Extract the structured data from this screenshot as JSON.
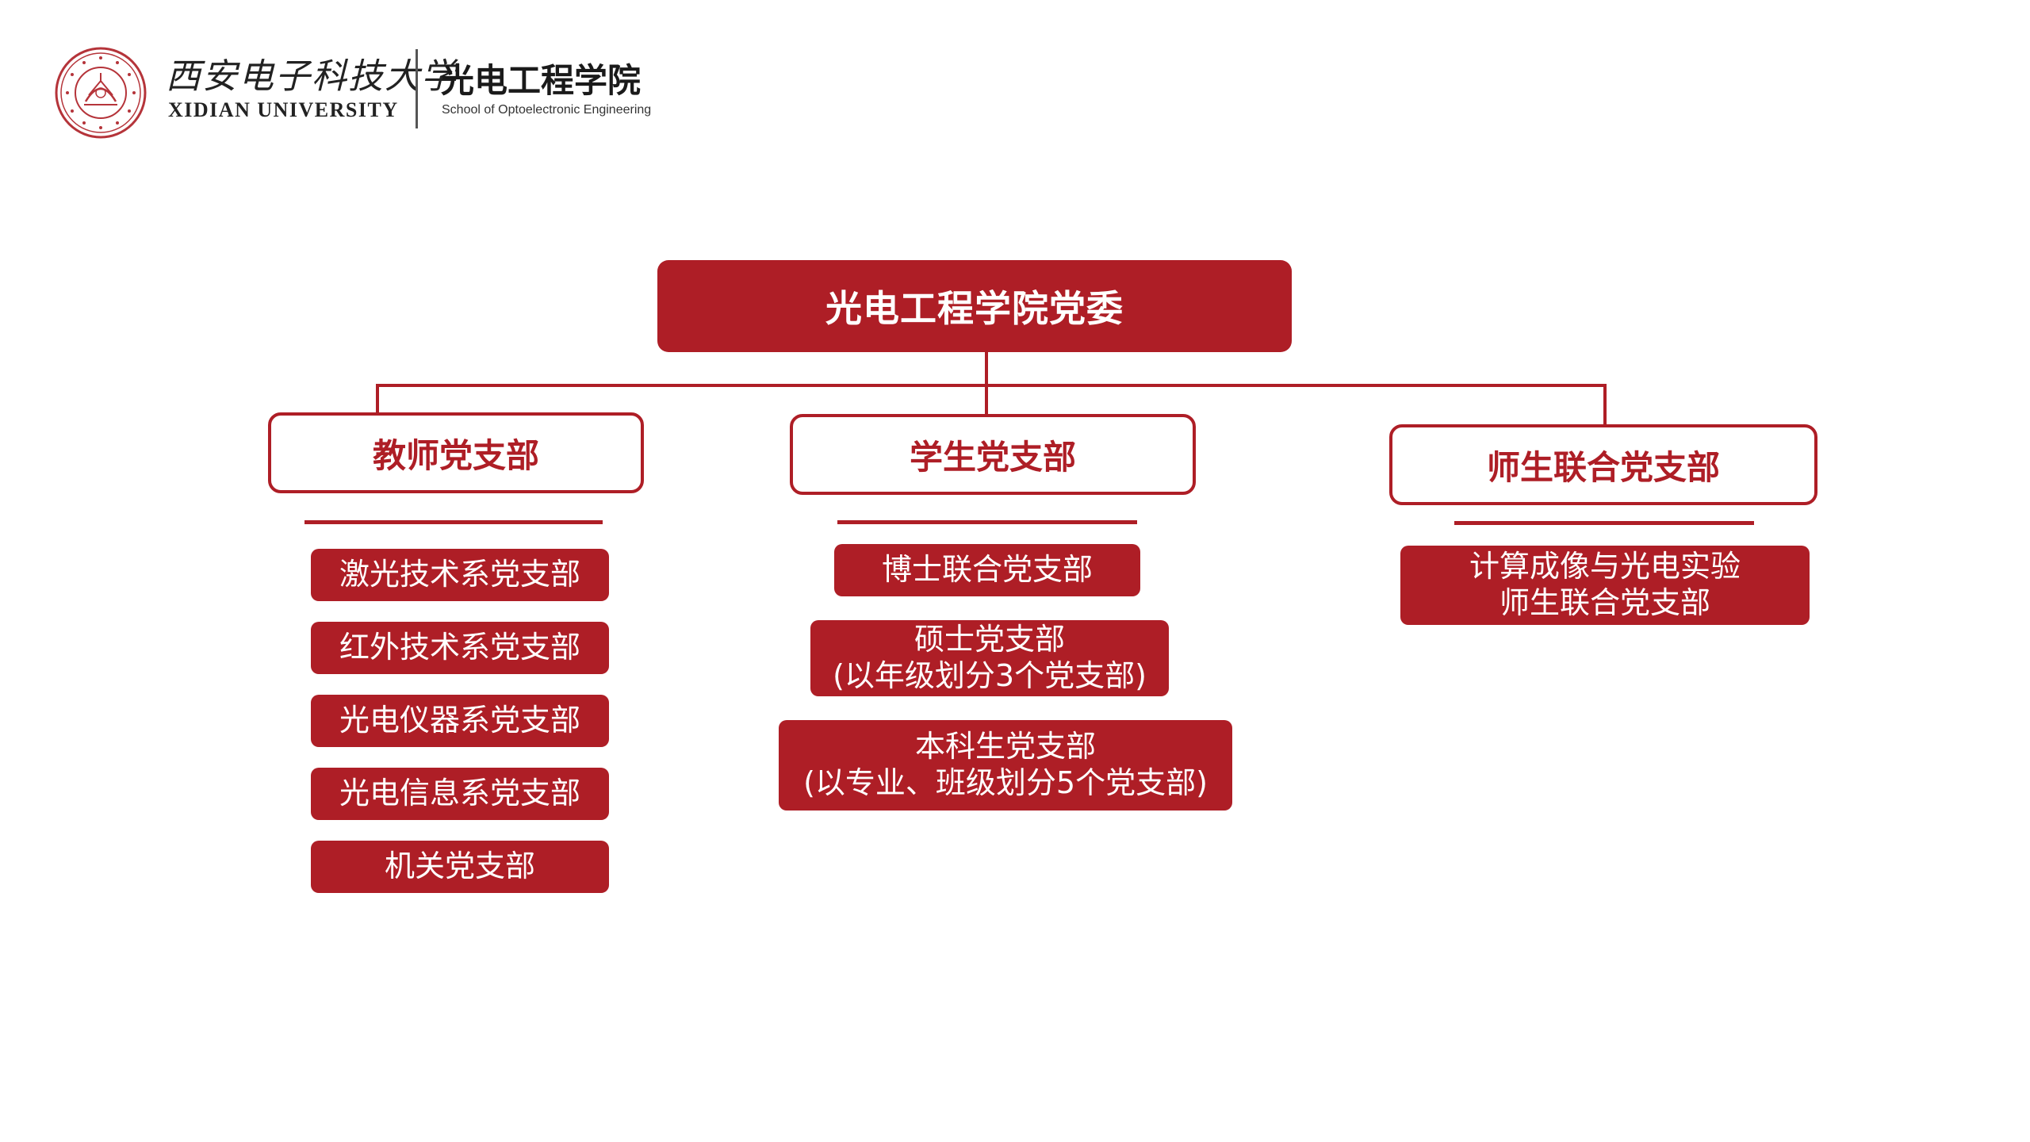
{
  "header": {
    "university_cn": "西安电子科技大学",
    "university_en": "XIDIAN UNIVERSITY",
    "school_cn": "光电工程学院",
    "school_en": "School of Optoelectronic Engineering"
  },
  "org_chart": {
    "root": "光电工程学院党委",
    "categories": [
      {
        "label": "教师党支部",
        "branches": [
          [
            "激光技术系党支部"
          ],
          [
            "红外技术系党支部"
          ],
          [
            "光电仪器系党支部"
          ],
          [
            "光电信息系党支部"
          ],
          [
            "机关党支部"
          ]
        ]
      },
      {
        "label": "学生党支部",
        "branches": [
          [
            "博士联合党支部"
          ],
          [
            "硕士党支部",
            "(以年级划分3个党支部)"
          ],
          [
            "本科生党支部",
            "(以专业、班级划分5个党支部)"
          ]
        ]
      },
      {
        "label": "师生联合党支部",
        "branches": [
          [
            "计算成像与光电实验",
            "师生联合党支部"
          ]
        ]
      }
    ]
  },
  "colors": {
    "accent": "#ae1e26",
    "background": "#ffffff",
    "text_on_accent": "#ffffff"
  }
}
